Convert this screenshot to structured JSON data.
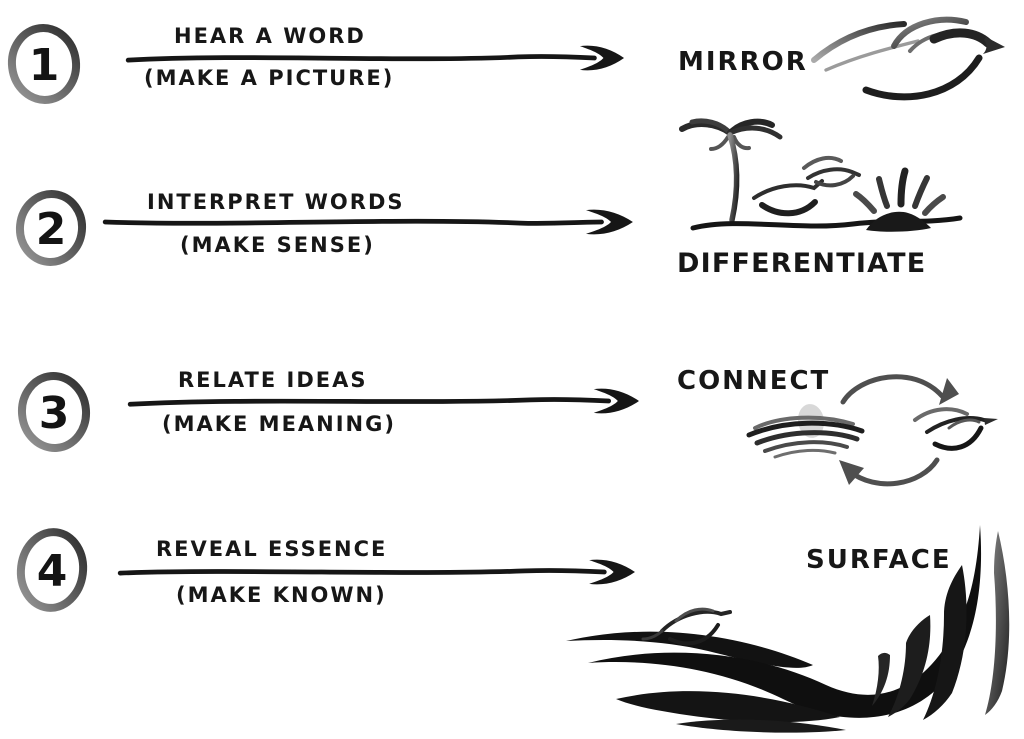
{
  "title": "Four levels of listening diagram",
  "colors": {
    "ink": "#1a1a1a",
    "stroke_gray": "#6f6f6f",
    "egg_fill": "#d8d8d8",
    "background": "#ffffff"
  },
  "steps": [
    {
      "number": "1",
      "action": "HEAR A WORD",
      "method": "(MAKE A PICTURE)",
      "result": "MIRROR",
      "icon": "flying-bird-icon"
    },
    {
      "number": "2",
      "action": "INTERPRET WORDS",
      "method": "(MAKE SENSE)",
      "result": "DIFFERENTIATE",
      "icon": "island-palm-birds-sun-icon"
    },
    {
      "number": "3",
      "action": "RELATE IDEAS",
      "method": "(MAKE MEANING)",
      "result": "CONNECT",
      "icon": "nest-egg-bird-cycle-icon"
    },
    {
      "number": "4",
      "action": "REVEAL ESSENCE",
      "method": "(MAKE KNOWN)",
      "result": "SURFACE",
      "icon": "wave-with-bird-icon"
    }
  ]
}
